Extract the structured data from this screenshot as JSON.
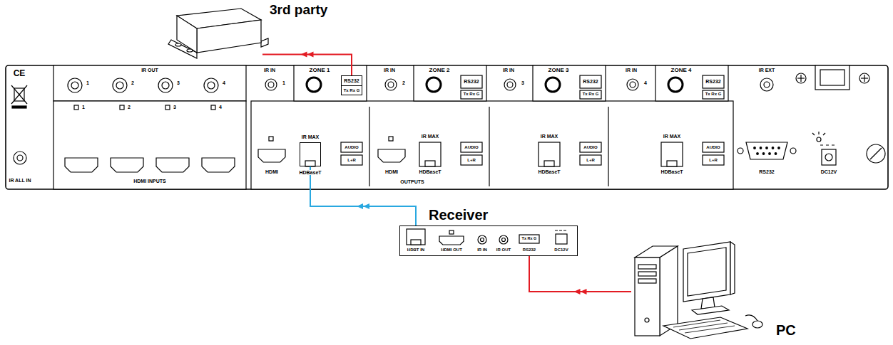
{
  "diagram": {
    "nodes": [
      {
        "text": [
          "3rd party"
        ]
      },
      {
        "text": [
          "RS232",
          "Tx Rx G"
        ]
      },
      {
        "text": [
          "IR MAX",
          "HDBaseT"
        ]
      },
      {
        "text": [
          "Receiver"
        ]
      },
      {
        "text": [
          "PC"
        ]
      }
    ],
    "edges": [
      {
        "from": 0,
        "to": 1,
        "arrow": "none"
      },
      {
        "from": 2,
        "to": 3,
        "arrow": "none"
      },
      {
        "from": 3,
        "to": 4,
        "arrow": "none"
      }
    ],
    "labels": [
      "CE",
      "IR ALL IN",
      "IR OUT",
      "1",
      "2",
      "3",
      "4",
      "1",
      "2",
      "3",
      "4",
      "HDMI INPUTS",
      "IR IN",
      "1",
      "ZONE 1",
      "HDMI",
      "AUDIO",
      "L+R",
      "IR IN",
      "2",
      "ZONE 2",
      "RS232",
      "Tx Rx G",
      "HDMI",
      "IR MAX",
      "HDBaseT",
      "AUDIO",
      "L+R",
      "OUTPUTS",
      "IR IN",
      "3",
      "ZONE 3",
      "RS232",
      "Tx Rx G",
      "IR MAX",
      "HDBaseT",
      "AUDIO",
      "L+R",
      "IR IN",
      "4",
      "ZONE 4",
      "RS232",
      "Tx Rx G",
      "IR MAX",
      "HDBaseT",
      "AUDIO",
      "L+R",
      "IR EXT",
      "RS232",
      "DC12V",
      "HDBT IN",
      "HDMI OUT",
      "IR IN",
      "IR OUT",
      "RS232",
      "Tx Rx G",
      "DC12V"
    ]
  }
}
